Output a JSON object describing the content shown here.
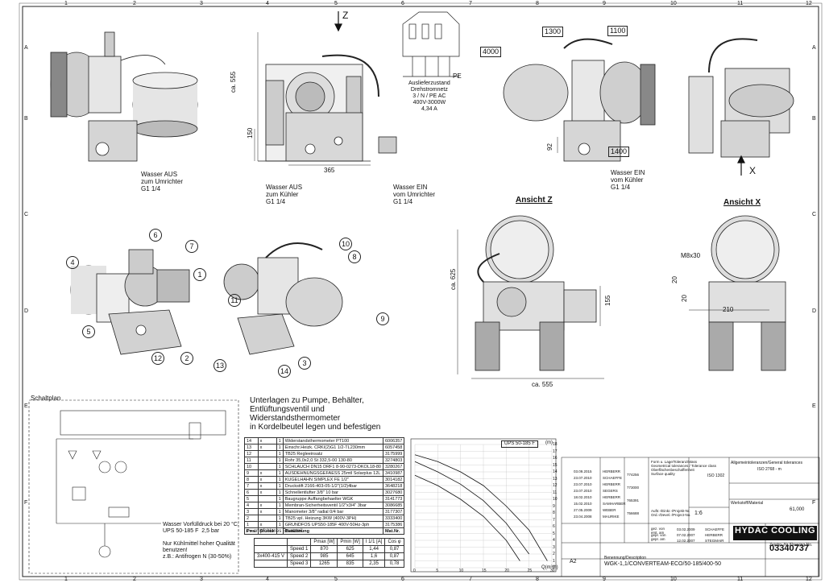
{
  "grid": {
    "cols": [
      "1",
      "2",
      "3",
      "4",
      "5",
      "6",
      "7",
      "8",
      "9",
      "10",
      "11",
      "12"
    ],
    "rows": [
      "A",
      "B",
      "C",
      "D",
      "E",
      "F"
    ]
  },
  "views": {
    "z_arrow_label": "Z",
    "x_arrow_label": "X",
    "ansicht_z": "Ansicht Z",
    "ansicht_x": "Ansicht X"
  },
  "dimensions": {
    "height_555": "ca. 555",
    "d150": "150",
    "d365": "365",
    "d92": "92",
    "d625": "ca. 625",
    "d155": "155",
    "ca555_bottom": "ca. 555",
    "m8x30": "M8x30",
    "d20a": "20",
    "d20b": "20",
    "d210": "210"
  },
  "callouts": {
    "c1300": "1300",
    "c1100": "1100",
    "c4000": "4000",
    "c1400": "1400"
  },
  "notes": {
    "wasser_aus_umrichter": "Wasser AUS\nzum Umrichter\nG1 1/4",
    "wasser_aus_kuehler": "Wasser AUS\nzum Kühler\nG1 1/4",
    "wasser_ein_umrichter": "Wasser EIN\nvom Umrichter\nG1 1/4",
    "wasser_ein_kuehler": "Wasser EIN\nvom Kühler\nG1 1/4",
    "auslieferzustand": "Auslieferzustand\nDrehstromnetz\n3 / N / PE AC\n400V-3000W\n4,34 A",
    "pe": "PE",
    "n": "N",
    "schaltplan": "Schaltplan",
    "wasser_vorfuell": "Wasser Vorfülldruck bei 20 °C:\nUPS 50-185 F  2,5 bar",
    "nur_kuehlmittel": "Nur Kühlmittel hoher Qualität\nbenutzen!\nz.B.: Antifrogen N (30-50%)",
    "unterlagen": "Unterlagen zu Pumpe, Behälter,\nEntlüftungsventil und\nWiderstandsthermometer\nin Kordelbeutel legen und befestigen",
    "empfohlen": "x = empfohlenes Ersatzteil"
  },
  "part_numbers": [
    "1",
    "2",
    "3",
    "4",
    "5",
    "6",
    "7",
    "8",
    "9",
    "10",
    "11",
    "12",
    "13",
    "14"
  ],
  "parts_table": {
    "header": {
      "pos": "Pos.",
      "stueck": "Stueck",
      "benennung": "Benennung",
      "matnr": "Mat.Nr."
    },
    "rows": [
      {
        "pos": "14",
        "x": "x",
        "n": "1",
        "name": "Widerstandsthermometer PT100",
        "mat": "6006357"
      },
      {
        "pos": "13",
        "x": "x",
        "n": "1",
        "name": "Einschr.Heizk. CRKI(2)G1 1/2-TL230mm",
        "mat": "6057458"
      },
      {
        "pos": "12",
        "x": "",
        "n": "1",
        "name": "TB25 Regleeinsatz",
        "mat": "3175999"
      },
      {
        "pos": "11",
        "x": "",
        "n": "1",
        "name": "Rohr 35,0x2,0 St 332,5-00 130-80",
        "mat": "3274803"
      },
      {
        "pos": "10",
        "x": "",
        "n": "1",
        "name": "SCHLAUCH DN15 DRF1 8-90-0273-DKOL18-80",
        "mat": "3280267"
      },
      {
        "pos": "9",
        "x": "x",
        "n": "1",
        "name": "AUSDEHNUNGSGEFAESS 25mtl Solarplus 12L",
        "mat": "3410987"
      },
      {
        "pos": "8",
        "x": "x",
        "n": "1",
        "name": "KUGELHAHN SIMPLEX FE 1/2\"",
        "mat": "3014182"
      },
      {
        "pos": "7",
        "x": "x",
        "n": "1",
        "name": "Druckstift 2166-403-05-1/2\"(1/2)4bar",
        "mat": "3648218"
      },
      {
        "pos": "6",
        "x": "x",
        "n": "1",
        "name": "Schnellentlufter 3/8\"  10 bar",
        "mat": "3027680"
      },
      {
        "pos": "5",
        "x": "",
        "n": "1",
        "name": "Baugruppe Auffangbehaelter WGK",
        "mat": "3141773"
      },
      {
        "pos": "4",
        "x": "x",
        "n": "1",
        "name": "Membran-Sicherheitsventil 1/2\"x3/4\" 3bar",
        "mat": "3086685"
      },
      {
        "pos": "3",
        "x": "x",
        "n": "1",
        "name": "Manometer 3/8\" radial 0/4 bar",
        "mat": "3177307"
      },
      {
        "pos": "2",
        "x": "",
        "n": "1",
        "name": "TB25 vpl. Heizung 3KW (400V-3PH)",
        "mat": "3333400"
      },
      {
        "pos": "1",
        "x": "x",
        "n": "1",
        "name": "GRUNDFOS UPS50-185F 400V-50Hz-3ph",
        "mat": "3175386"
      }
    ]
  },
  "speed_table": {
    "headers": [
      "Pmax [W]",
      "Pmin [W]",
      "I 1/1 [A]",
      "Cos φ"
    ],
    "supply": "3x400-415 V",
    "rows": [
      {
        "label": "Speed 1",
        "pmax": "870",
        "pmin": "625",
        "i": "1,44",
        "cos": "0,87"
      },
      {
        "label": "Speed 2",
        "pmax": "985",
        "pmin": "645",
        "i": "1,6",
        "cos": "0,87"
      },
      {
        "label": "Speed 3",
        "pmax": "1265",
        "pmin": "835",
        "i": "2,35",
        "cos": "0,78"
      }
    ]
  },
  "chart_data": {
    "type": "line",
    "title": "UPS 50-185 F",
    "xlabel": "Q(m³/h)",
    "ylabel": "(m)",
    "x_ticks": [
      "0",
      "5",
      "10",
      "15",
      "20",
      "25",
      "30"
    ],
    "y_ticks": [
      "0",
      "1",
      "2",
      "3",
      "4",
      "5",
      "6",
      "7",
      "8",
      "9",
      "10",
      "11",
      "12",
      "13",
      "14",
      "15",
      "16",
      "17",
      "18"
    ],
    "xlim": [
      0,
      30
    ],
    "ylim": [
      0,
      18
    ],
    "series": [
      {
        "x": [
          0,
          5,
          10,
          15,
          20,
          25,
          29
        ],
        "y": [
          16.5,
          15.5,
          14,
          12,
          9,
          5.5,
          1
        ]
      },
      {
        "x": [
          0,
          5,
          10,
          15,
          20,
          25
        ],
        "y": [
          15.5,
          14,
          12.2,
          9.8,
          6.5,
          2
        ]
      },
      {
        "x": [
          0,
          5,
          10,
          15,
          20,
          23
        ],
        "y": [
          13.5,
          12,
          10,
          7.5,
          4,
          1
        ]
      }
    ]
  },
  "title_block": {
    "company": "HYDAC COOLING",
    "drawing_no": "03340737",
    "description": "WGK-1,1/CONVERTEAM-ECO/50-185/400-50",
    "scale": "1:6",
    "sheet": "A2",
    "material": "Werkstoff/Material",
    "mass": "61,000",
    "tol_header": "Allgemeintoleranzen/General tolerances",
    "tol_std": "ISO 2768 - m",
    "iso": "ISO 1302",
    "form_lage": "Form u. Lage/Toleranz/Mass\nGeometrical tolerances / Tolerance class\nOberflächenbeschaffenheit\nSurface quality",
    "gez": "gez. von\nerst. am",
    "gepr": "gepr. von\ngepr. am",
    "dates": [
      "03.02.2009",
      "07.02.2007",
      "12.02.2007"
    ],
    "names": [
      "SCHAEFFE",
      "HERBERR",
      "STEGMAIR"
    ],
    "rev_dates": [
      "03.09.2015",
      "23.07.2010",
      "23.07.2010",
      "23.07.2010",
      "18.02.2010",
      "15.02.2010",
      "27.05.2009",
      "23.04.2008"
    ],
    "rev_names": [
      "HERBERR",
      "SCHAEFFE",
      "HERBERR",
      "SEGERS",
      "HERBERR",
      "SAMHARBER",
      "WEBER",
      "MAURIKE"
    ],
    "rev_no": [
      "774256",
      "773000",
      "765391",
      "756688"
    ],
    "auftr": "Auftr.-/Einkr.-/Projekt-Nr.\nOrd.-/Devel.-/Project-No.",
    "benennung": "Benennung/Description",
    "zeichen": "Zeichn.-Nr./Drawing No."
  }
}
